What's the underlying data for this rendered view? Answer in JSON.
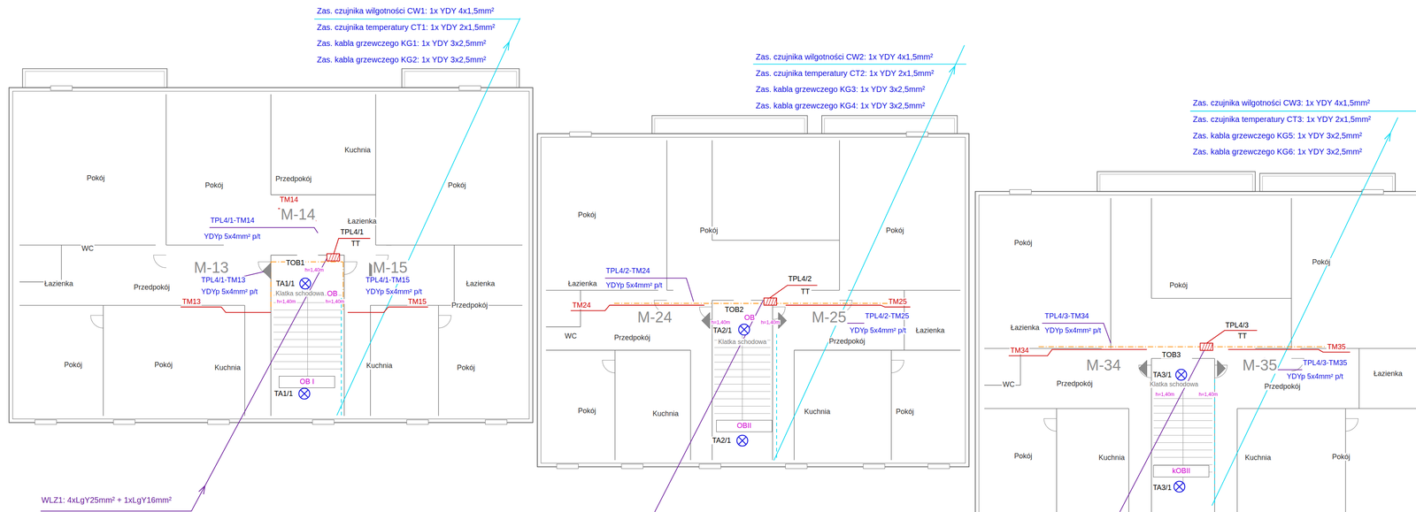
{
  "diagram": {
    "nodes": [
      {
        "text": [
          "OB I"
        ]
      },
      {
        "text": [
          "OBII"
        ]
      },
      {
        "text": [
          "kOBII"
        ]
      }
    ],
    "labels": [
      "Zas. czujnika wilgotności CW1: 1x YDY 4x1,5mm²",
      "Zas. czujnika temperatury CT1: 1x YDY 2x1,5mm²",
      "Zas. kabla grzewczego KG1: 1x YDY 3x2,5mm²",
      "Zas. kabla grzewczego KG2: 1x YDY 3x2,5mm²",
      "Pokój",
      "Pokój",
      "Przedpokój",
      "Kuchnia",
      "Pokój",
      "M-14",
      "TM14",
      "TPL4/1-TM14",
      "YDYp 5x4mm² p/t",
      "Łazienka",
      "TPL4/1",
      "TT",
      "WC",
      "Łazienka",
      "M-13",
      "TPL4/1-TM13",
      "YDYp 5x4mm² p/t",
      "Przedpokój",
      "TM13",
      "TOB1",
      "TA1/1",
      "h=1,40m",
      "h=1,40m",
      "h=1,40m",
      "OB",
      "Klatka schodowa",
      "M-15",
      "TPL4/1-TM15",
      "YDYp 5x4mm² p/t",
      "Przedpokój",
      "TM15",
      "Łazienka",
      "Pokój",
      "Pokój",
      "Kuchnia",
      "TA1/1",
      "Kuchnia",
      "Pokój",
      "WLZ1: 4xLgY25mm² + 1xLgY16mm²",
      "Zas. czujnika wilgotności CW2: 1x YDY 4x1,5mm²",
      "Zas. czujnika temperatury CT2: 1x YDY 2x1,5mm²",
      "Zas. kabla grzewczego KG3: 1x YDY 3x2,5mm²",
      "Zas. kabla grzewczego KG4: 1x YDY 3x2,5mm²",
      "Pokój",
      "Pokój",
      "Pokój",
      "TPL4/2-TM24",
      "YDYp 5x4mm² p/t",
      "Łazienka",
      "TPL4/2",
      "TT",
      "TM24",
      "TM25",
      "TOB2",
      "OB",
      "M-24",
      "M-25",
      "TPL4/2-TM25",
      "h=1,40m",
      "h=1,40m",
      "TA2/1",
      "YDYp 5x4mm² p/t",
      "WC",
      "Przedpokój",
      "Przedpokój",
      "Łazienka",
      "Klatka schodowa",
      "Pokój",
      "Kuchnia",
      "Kuchnia",
      "Pokój",
      "TA2/1",
      "Zas. czujnika wilgotności CW3: 1x YDY 4x1,5mm²",
      "Zas. czujnika temperatury CT3: 1x YDY 2x1,5mm²",
      "Zas. kabla grzewczego KG5: 1x YDY 3x2,5mm²",
      "Zas. kabla grzewczego KG6: 1x YDY 3x2,5mm²",
      "Pokój",
      "Pokój",
      "Pokój",
      "TPL4/3-TM34",
      "TPL4/3",
      "Łazienka",
      "YDYp 5x4mm² p/t",
      "TT",
      "TM35",
      "TM34",
      "TOB3",
      "TPL4/3-TM35",
      "M-34",
      "M-35",
      "TA3/1",
      "YDYp 5x4mm² p/t",
      "Łazienka",
      "WC",
      "Przedpokój",
      "Klatka schodowa",
      "Przedpokój",
      "h=1,40m",
      "h=1,40m",
      "Pokój",
      "Kuchnia",
      "Kuchnia",
      "Pokój",
      "TA3/1"
    ]
  }
}
